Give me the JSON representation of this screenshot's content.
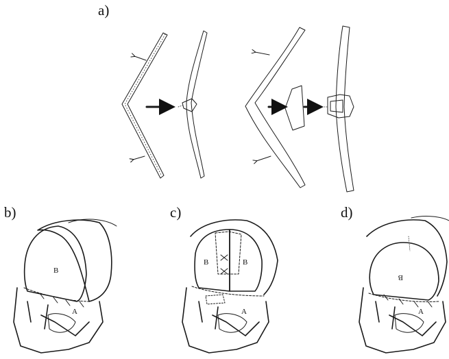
{
  "panels": {
    "a": {
      "label": "a)"
    },
    "b": {
      "label": "b)",
      "bone_labels": [
        "B",
        "A"
      ]
    },
    "c": {
      "label": "c)",
      "bone_labels": [
        "B",
        "B",
        "A"
      ]
    },
    "d": {
      "label": "d)",
      "bone_labels": [
        "B",
        "A"
      ]
    }
  }
}
